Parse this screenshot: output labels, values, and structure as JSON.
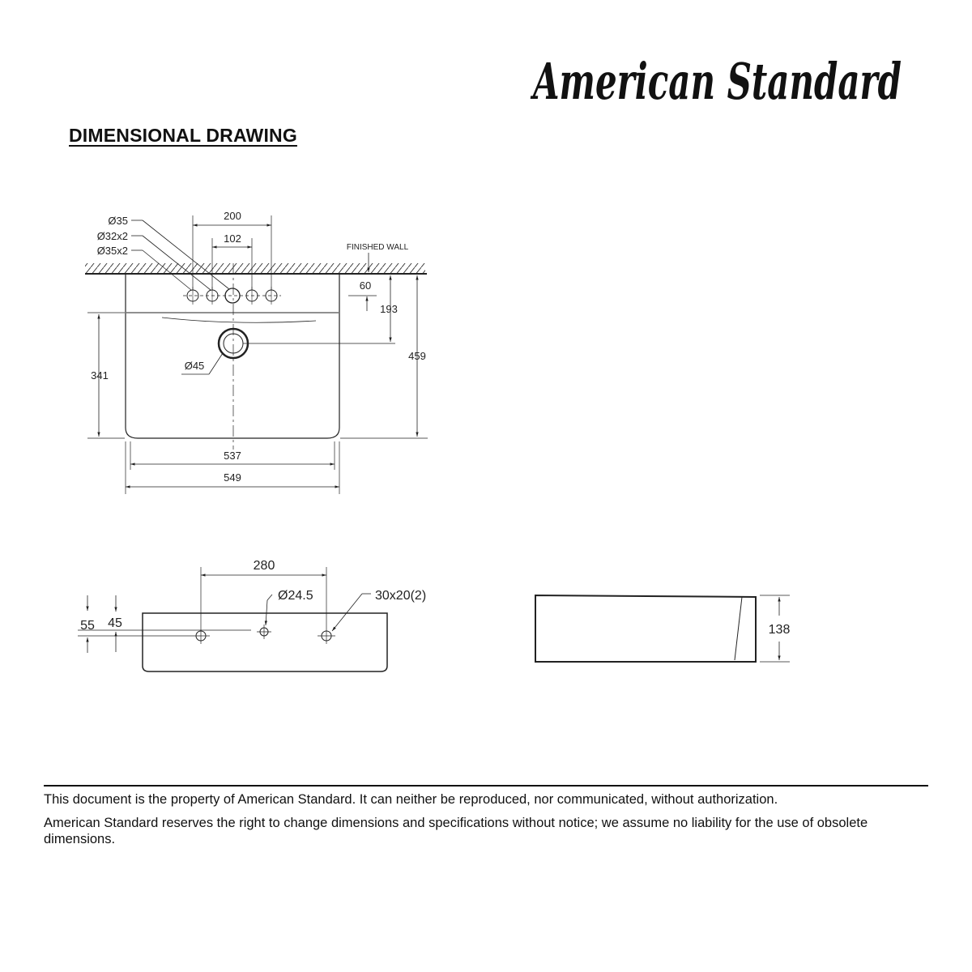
{
  "brand": {
    "logo_text": "American Standard"
  },
  "page": {
    "title": "DIMENSIONAL DRAWING"
  },
  "top_view": {
    "labels": {
      "hole_35": "Ø35",
      "hole_32x2": "Ø32x2",
      "hole_35x2": "Ø35x2",
      "dim_200": "200",
      "dim_102": "102",
      "finished_wall": "FINISHED WALL",
      "dim_60": "60",
      "dim_193": "193",
      "dim_459": "459",
      "dim_341": "341",
      "drain_45": "Ø45",
      "dim_537": "537",
      "dim_549": "549"
    }
  },
  "front_view": {
    "labels": {
      "dim_280": "280",
      "hole_24_5": "Ø24.5",
      "slot_30x20": "30x20(2)",
      "dim_55": "55",
      "dim_45": "45"
    }
  },
  "side_view": {
    "labels": {
      "dim_138": "138"
    }
  },
  "footer": {
    "line1": "This document is the property of American Standard. It can neither be reproduced, nor communicated, without authorization.",
    "line2": "American Standard reserves the right to change dimensions and specifications without notice; we assume no liability for the use of obsolete dimensions."
  }
}
